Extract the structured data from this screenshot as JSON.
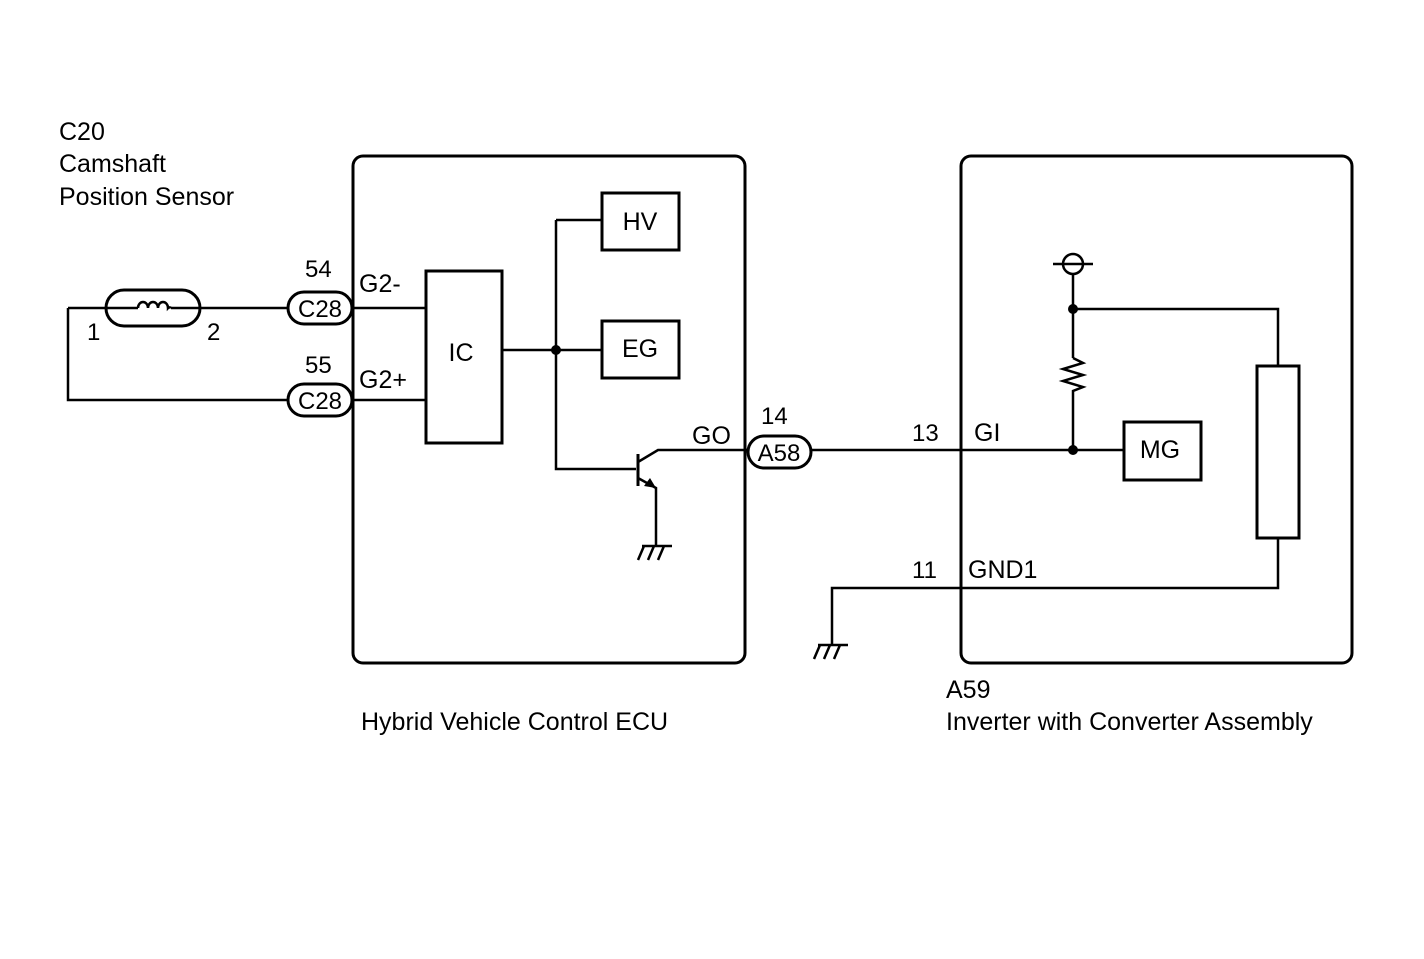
{
  "sensor": {
    "code": "C20",
    "name_line1": "Camshaft",
    "name_line2": "Position Sensor",
    "pin1": "1",
    "pin2": "2"
  },
  "ecu": {
    "name": "Hybrid Vehicle Control ECU",
    "ic_label": "IC",
    "hv_label": "HV",
    "eg_label": "EG",
    "connectors": [
      {
        "pin": "54",
        "code": "C28",
        "signal": "G2-"
      },
      {
        "pin": "55",
        "code": "C28",
        "signal": "G2+"
      },
      {
        "pin": "14",
        "code": "A58",
        "signal": "GO"
      }
    ]
  },
  "inverter": {
    "code": "A59",
    "name": "Inverter with Converter Assembly",
    "mg_label": "MG",
    "pins": [
      {
        "pin": "13",
        "signal": "GI"
      },
      {
        "pin": "11",
        "signal": "GND1"
      }
    ]
  }
}
